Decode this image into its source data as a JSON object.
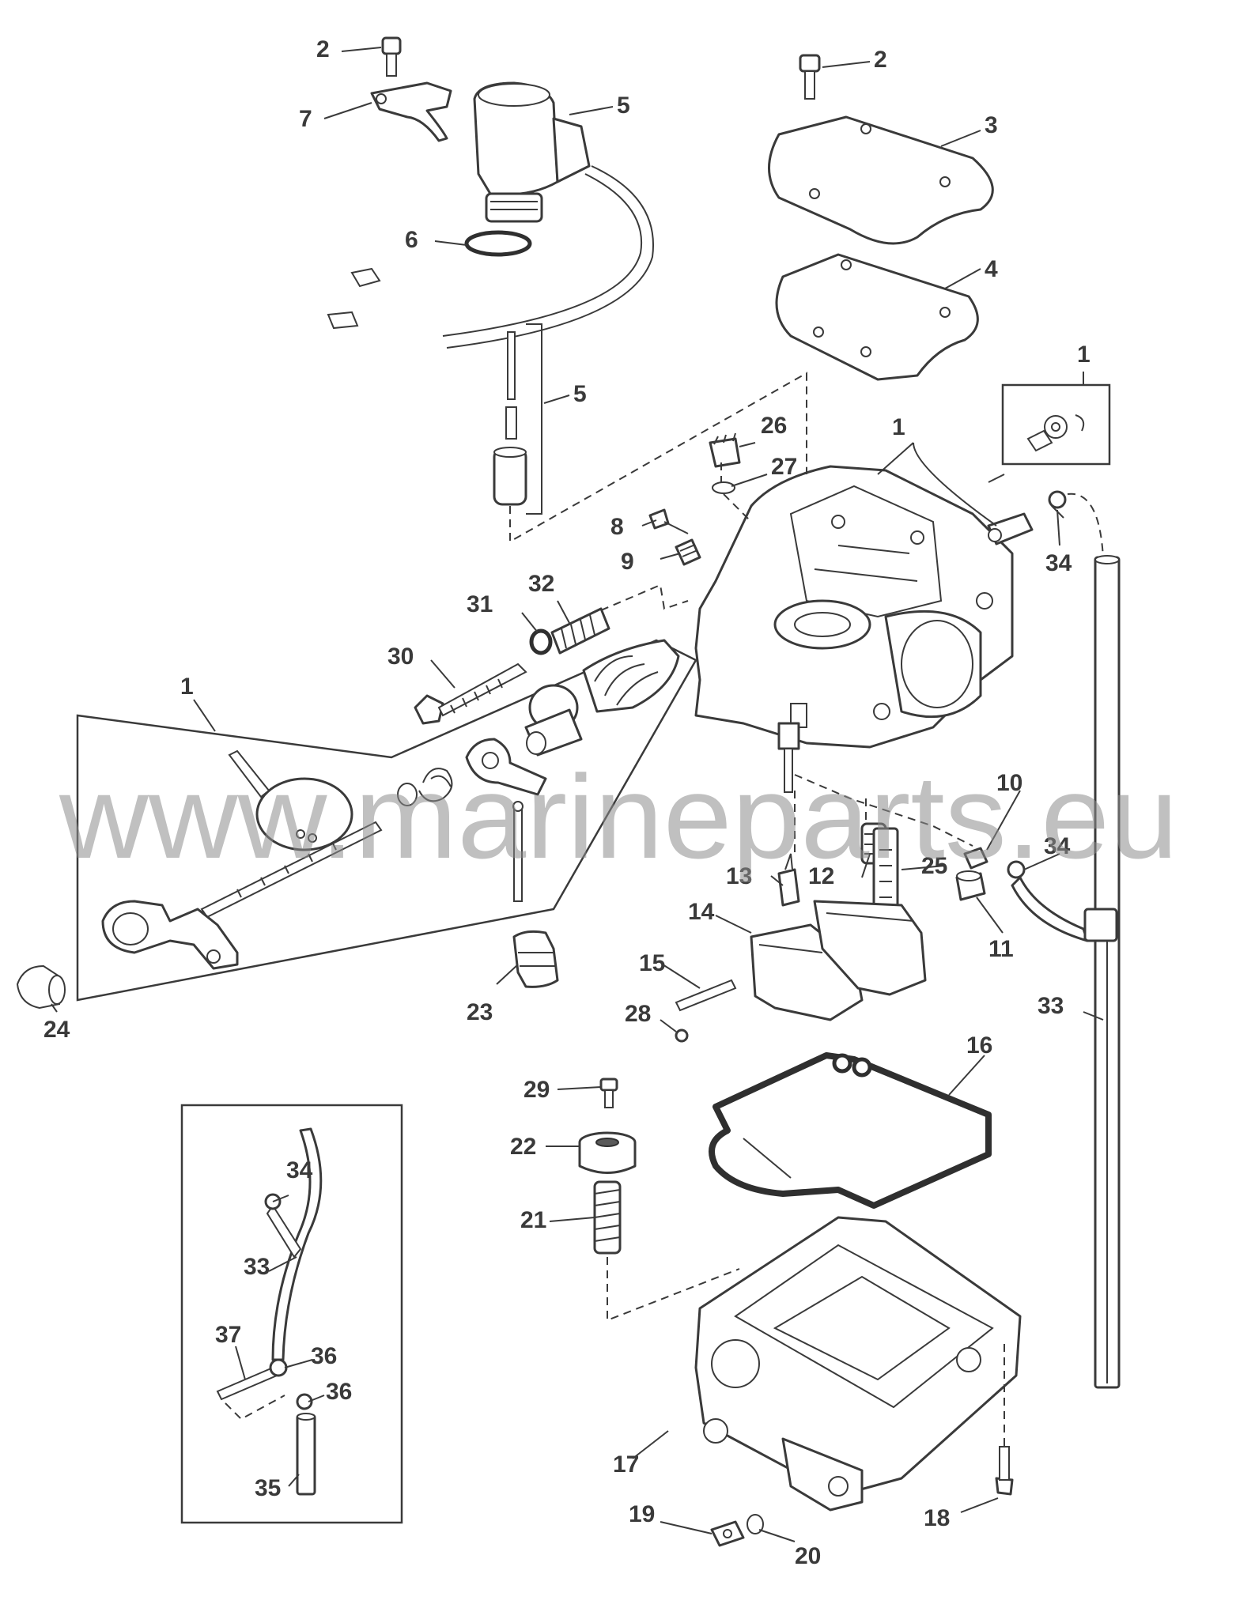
{
  "watermark": "www.marineparts.eu",
  "callouts": [
    {
      "id": "c2a",
      "text": "2"
    },
    {
      "id": "c7",
      "text": "7"
    },
    {
      "id": "c5a",
      "text": "5"
    },
    {
      "id": "c6",
      "text": "6"
    },
    {
      "id": "c5b",
      "text": "5"
    },
    {
      "id": "c2b",
      "text": "2"
    },
    {
      "id": "c3",
      "text": "3"
    },
    {
      "id": "c4",
      "text": "4"
    },
    {
      "id": "c1a",
      "text": "1"
    },
    {
      "id": "c1b",
      "text": "1"
    },
    {
      "id": "c26",
      "text": "26"
    },
    {
      "id": "c27",
      "text": "27"
    },
    {
      "id": "c8",
      "text": "8"
    },
    {
      "id": "c9",
      "text": "9"
    },
    {
      "id": "c34a",
      "text": "34"
    },
    {
      "id": "c32",
      "text": "32"
    },
    {
      "id": "c31",
      "text": "31"
    },
    {
      "id": "c30",
      "text": "30"
    },
    {
      "id": "c1c",
      "text": "1"
    },
    {
      "id": "c10",
      "text": "10"
    },
    {
      "id": "c34b",
      "text": "34"
    },
    {
      "id": "c12",
      "text": "12"
    },
    {
      "id": "c25",
      "text": "25"
    },
    {
      "id": "c13",
      "text": "13"
    },
    {
      "id": "c11",
      "text": "11"
    },
    {
      "id": "c14",
      "text": "14"
    },
    {
      "id": "c15",
      "text": "15"
    },
    {
      "id": "c23",
      "text": "23"
    },
    {
      "id": "c24",
      "text": "24"
    },
    {
      "id": "c28",
      "text": "28"
    },
    {
      "id": "c33a",
      "text": "33"
    },
    {
      "id": "c16",
      "text": "16"
    },
    {
      "id": "c29",
      "text": "29"
    },
    {
      "id": "c22",
      "text": "22"
    },
    {
      "id": "c21",
      "text": "21"
    },
    {
      "id": "c34c",
      "text": "34"
    },
    {
      "id": "c33b",
      "text": "33"
    },
    {
      "id": "c37",
      "text": "37"
    },
    {
      "id": "c36a",
      "text": "36"
    },
    {
      "id": "c36b",
      "text": "36"
    },
    {
      "id": "c35",
      "text": "35"
    },
    {
      "id": "c17",
      "text": "17"
    },
    {
      "id": "c19",
      "text": "19"
    },
    {
      "id": "c18",
      "text": "18"
    },
    {
      "id": "c20",
      "text": "20"
    }
  ]
}
